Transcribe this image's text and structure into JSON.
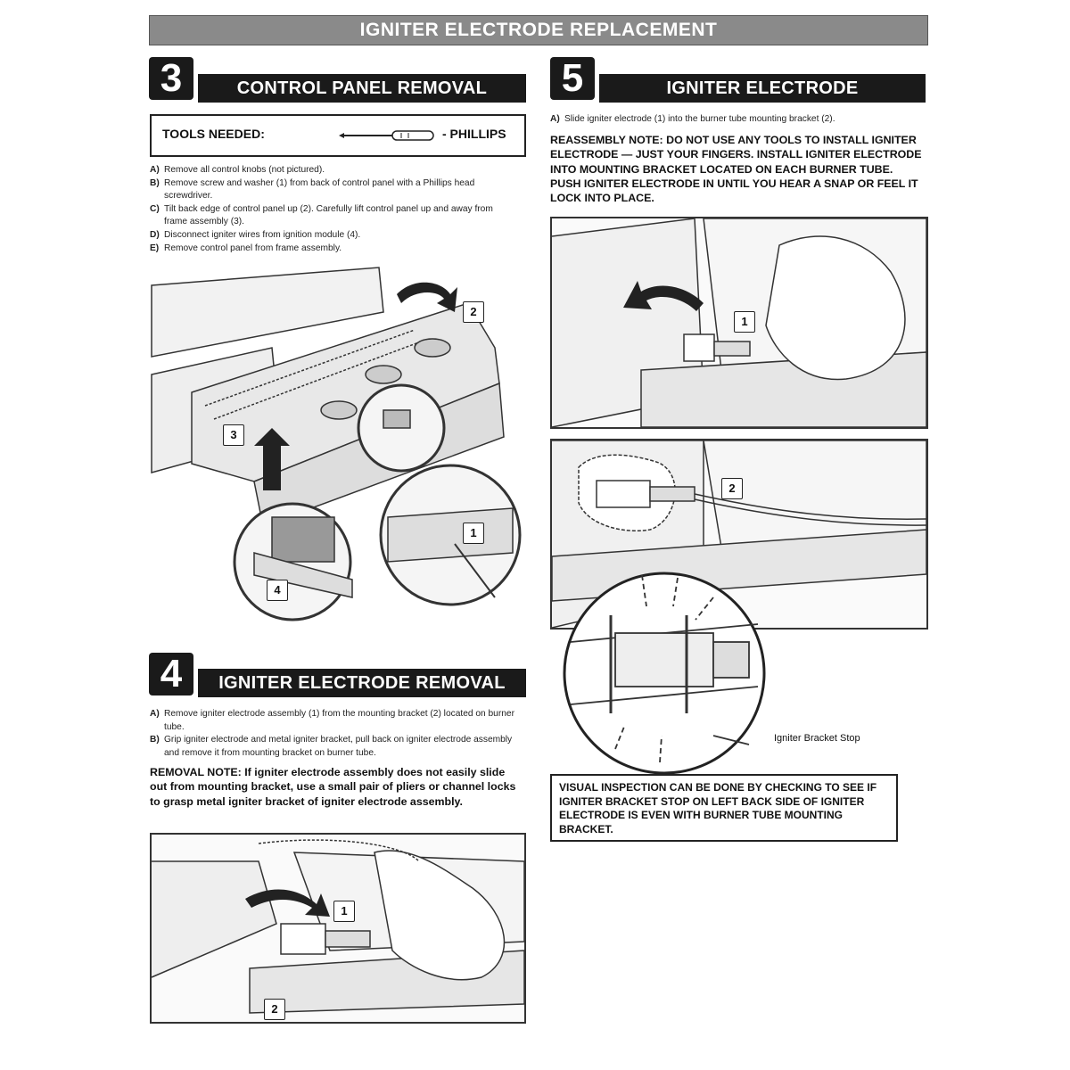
{
  "header": {
    "title": "IGNITER ELECTRODE REPLACEMENT"
  },
  "section3": {
    "number": "3",
    "title": "CONTROL PANEL REMOVAL",
    "tools_label": "TOOLS NEEDED:",
    "tool_name": "- PHILLIPS",
    "steps": [
      {
        "letter": "A)",
        "text": "Remove all control knobs (not pictured)."
      },
      {
        "letter": "B)",
        "text": "Remove screw and washer (1) from back of control panel with a Phillips head screwdriver."
      },
      {
        "letter": "C)",
        "text": "Tilt back edge of control panel up (2). Carefully lift control panel up and away from frame assembly (3)."
      },
      {
        "letter": "D)",
        "text": "Disconnect igniter wires from ignition module (4)."
      },
      {
        "letter": "E)",
        "text": "Remove control panel from frame assembly."
      }
    ],
    "callouts": [
      "1",
      "2",
      "3",
      "4"
    ]
  },
  "section4": {
    "number": "4",
    "title": "IGNITER ELECTRODE REMOVAL",
    "steps": [
      {
        "letter": "A)",
        "text": "Remove igniter electrode assembly (1) from the mounting bracket (2) located on burner tube."
      },
      {
        "letter": "B)",
        "text": "Grip igniter electrode and metal igniter bracket, pull back on igniter electrode assembly and remove it from mounting bracket on burner tube."
      }
    ],
    "note": "REMOVAL NOTE: If igniter electrode assembly does not easily slide out from mounting bracket, use a small pair of pliers or channel locks to grasp metal igniter bracket of igniter electrode assembly.",
    "callouts": [
      "1",
      "2"
    ]
  },
  "section5": {
    "number": "5",
    "title": "IGNITER ELECTRODE INSTALLATION",
    "steps": [
      {
        "letter": "A)",
        "text": "Slide igniter electrode (1) into the burner tube mounting bracket (2)."
      }
    ],
    "note": "REASSEMBLY NOTE: DO NOT USE ANY TOOLS TO INSTALL IGNITER ELECTRODE — JUST YOUR FINGERS. INSTALL IGNITER ELECTRODE INTO MOUNTING BRACKET LOCATED ON EACH BURNER TUBE. PUSH IGNITER ELECTRODE IN UNTIL YOU HEAR A SNAP OR FEEL IT LOCK INTO PLACE.",
    "callouts": [
      "1",
      "2"
    ],
    "bracket_label": "Igniter Bracket Stop",
    "inspection": "VISUAL INSPECTION CAN BE DONE BY CHECKING TO SEE IF IGNITER BRACKET STOP ON LEFT BACK SIDE OF IGNITER ELECTRODE IS EVEN WITH BURNER TUBE MOUNTING BRACKET."
  }
}
